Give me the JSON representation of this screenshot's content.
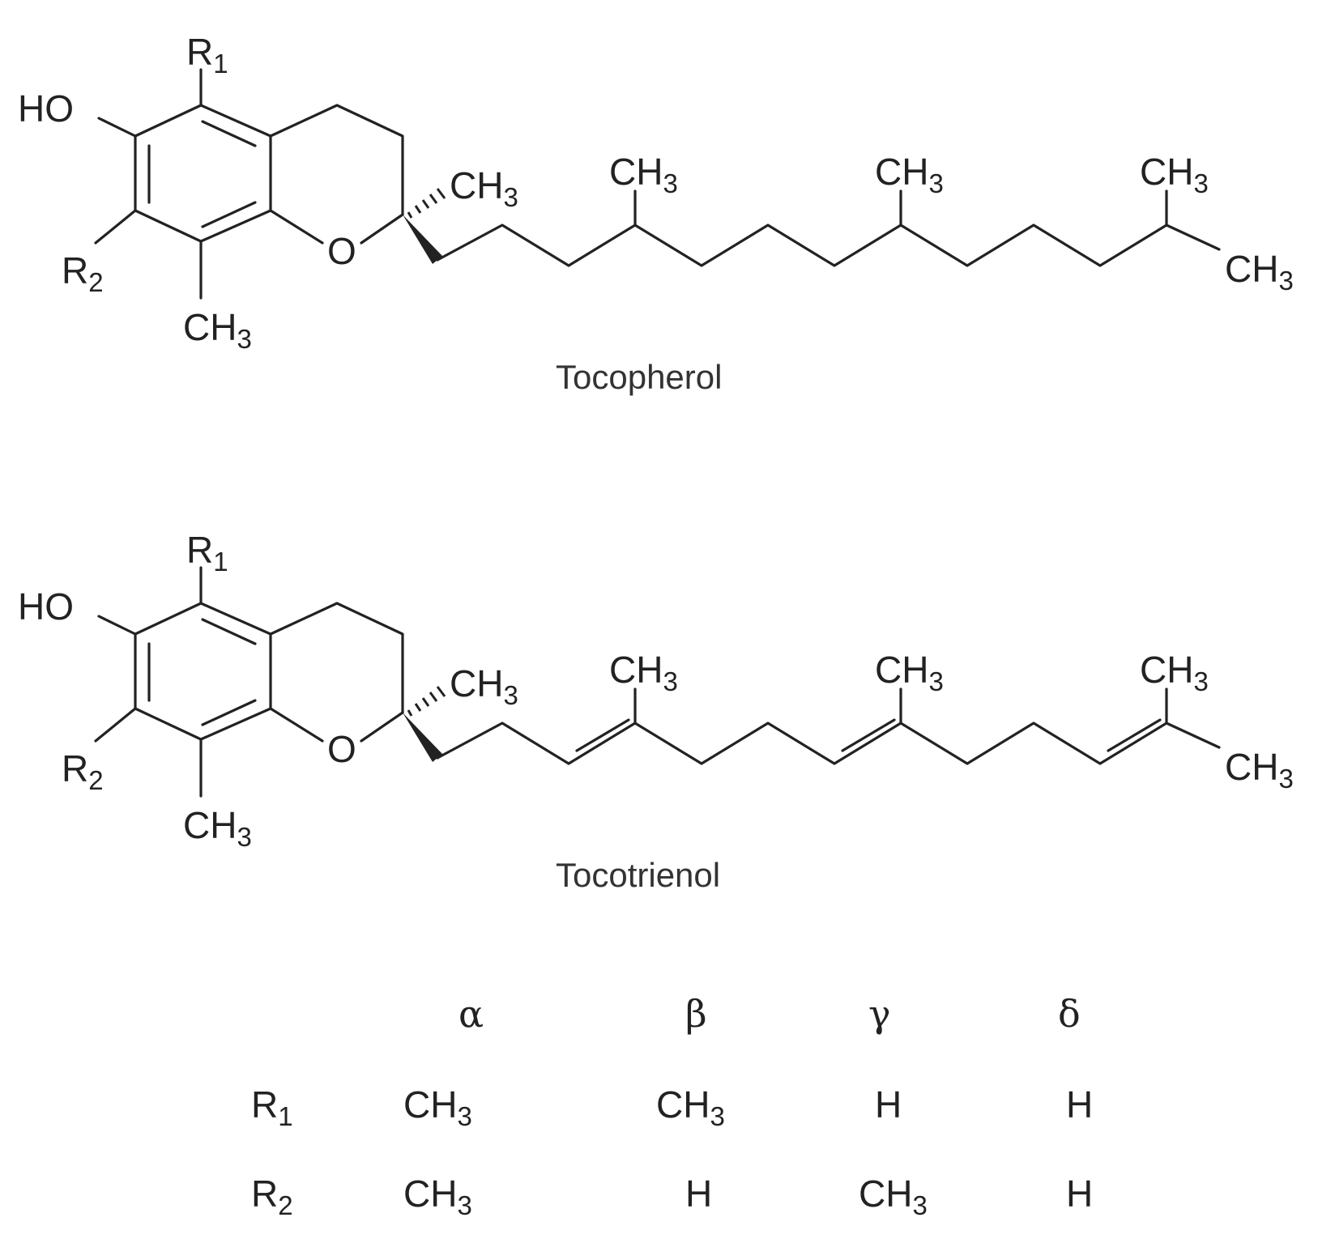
{
  "labels": {
    "R": "R",
    "one": "1",
    "two": "2",
    "HO": "HO",
    "O": "O",
    "CH": "CH",
    "three": "3"
  },
  "structures": [
    {
      "name": "Tocopherol"
    },
    {
      "name": "Tocotrienol"
    }
  ],
  "table": {
    "columns": [
      "α",
      "β",
      "γ",
      "δ"
    ],
    "rows": [
      {
        "label_main": "R",
        "label_sub": "1",
        "cells": [
          "CH3",
          "CH3",
          "H",
          "H"
        ]
      },
      {
        "label_main": "R",
        "label_sub": "2",
        "cells": [
          "CH3",
          "H",
          "CH3",
          "H"
        ]
      }
    ]
  }
}
